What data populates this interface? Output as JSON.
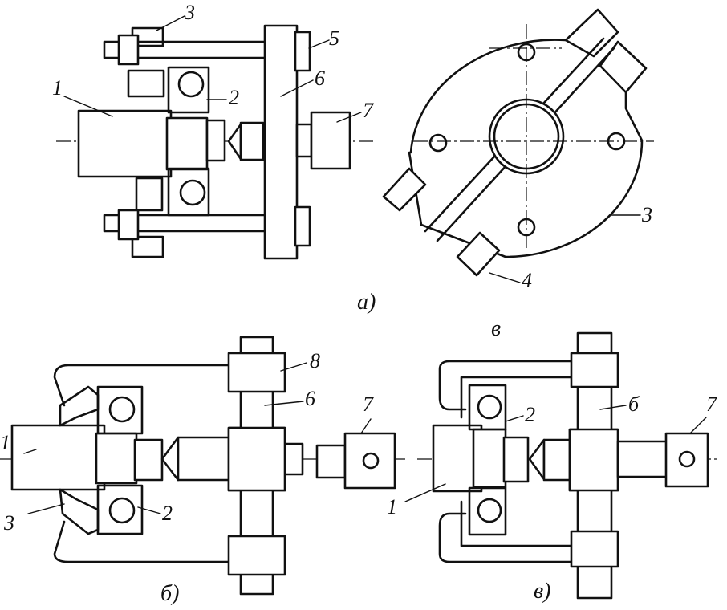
{
  "figure": {
    "views": [
      {
        "id": "a",
        "caption": "а)",
        "labels": {
          "l1": "1",
          "l2": "2",
          "l3": "3",
          "l5": "5",
          "l6": "6",
          "l7": "7"
        }
      },
      {
        "id": "plate",
        "caption": "в",
        "labels": {
          "l3": "3",
          "l4": "4"
        }
      },
      {
        "id": "b",
        "caption": "б)",
        "labels": {
          "l1": "1",
          "l2": "2",
          "l3": "3",
          "l6": "6",
          "l7": "7",
          "l8": "8"
        }
      },
      {
        "id": "c",
        "caption": "в)",
        "labels": {
          "l1": "1",
          "l2": "2",
          "l6": "б",
          "l7": "7"
        }
      }
    ]
  }
}
